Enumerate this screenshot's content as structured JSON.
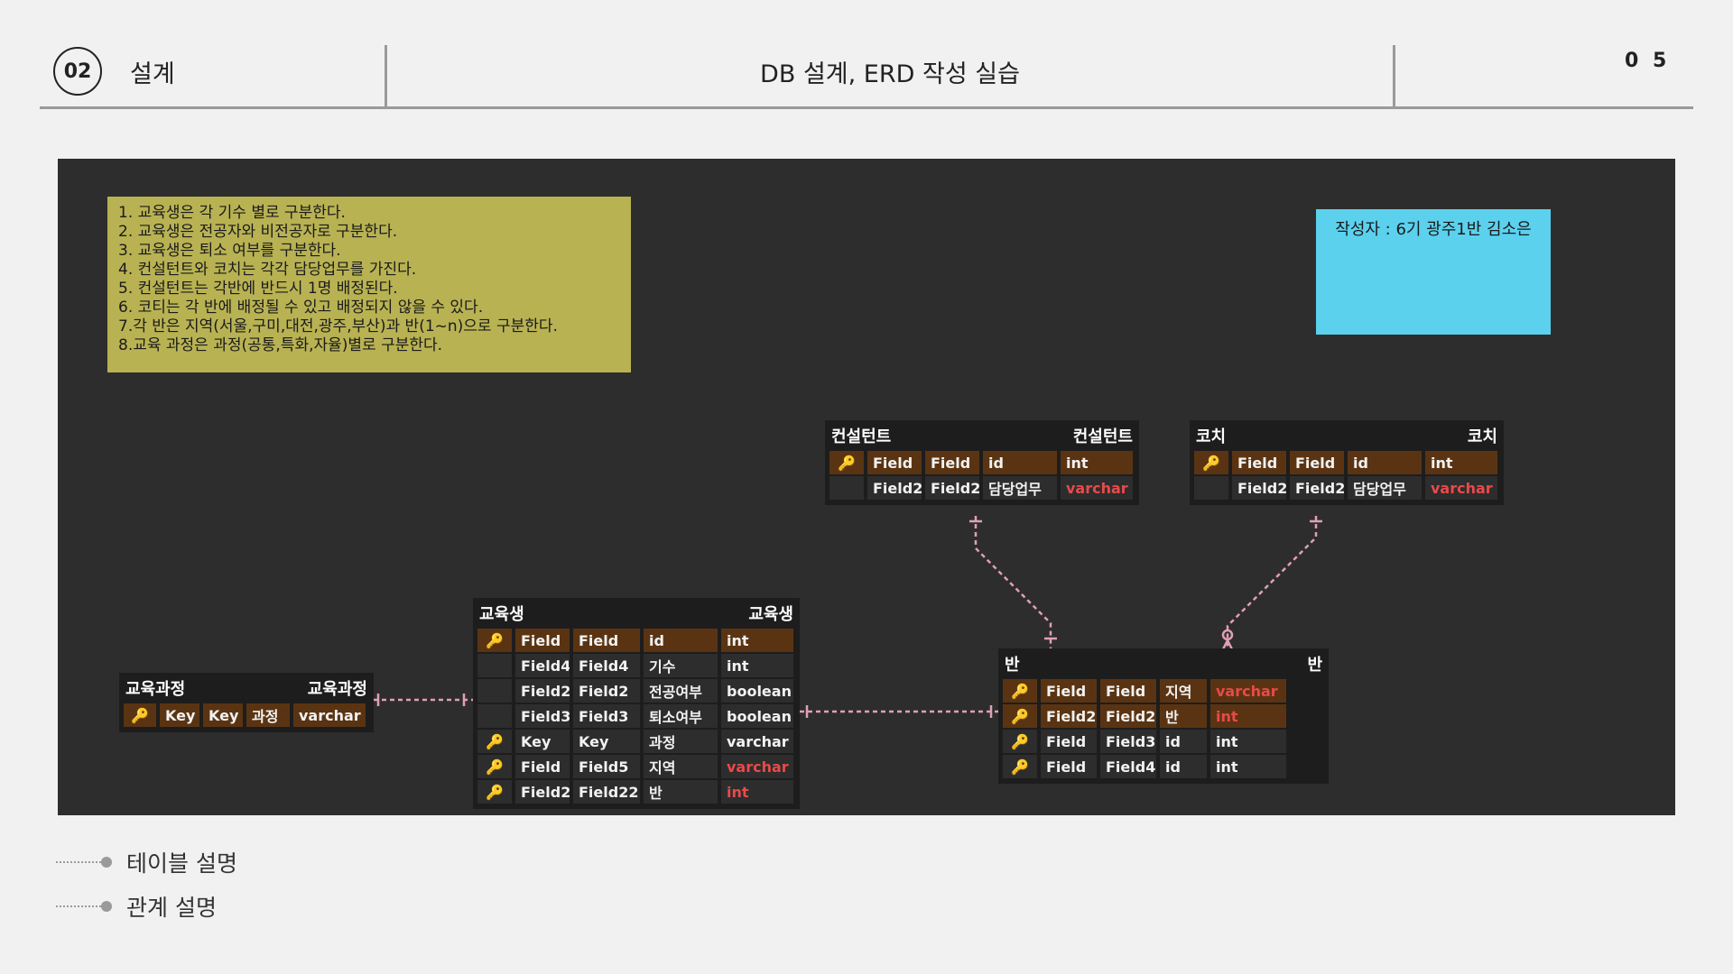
{
  "header": {
    "section_number": "02",
    "section_label": "설계",
    "title": "DB 설계, ERD 작성 실습",
    "page_number": "0 5"
  },
  "notes": {
    "requirements": [
      "1. 교육생은 각 기수 별로 구분한다.",
      "2. 교육생은 전공자와 비전공자로 구분한다.",
      "3. 교육생은 퇴소 여부를 구분한다.",
      "4. 컨설턴트와 코치는 각각 담당업무를 가진다.",
      "5. 컨설턴트는 각반에 반드시 1명 배정된다.",
      "6. 코티는 각 반에 배정될 수 있고 배정되지 않을 수 있다.",
      "7.각 반은 지역(서울,구미,대전,광주,부산)과 반(1~n)으로 구분한다.",
      "8.교육 과정은 과정(공통,특화,자율)별로 구분한다."
    ],
    "author": "작성자 : 6기 광주1반 김소은"
  },
  "colors": {
    "canvas": "#2d2d2d",
    "pk_row": "#5a3412",
    "key_gold": "#f1c40f",
    "key_pink": "#c99aa8",
    "red_type": "#e84a4a",
    "relation_line": "#e0a0b4"
  },
  "tables": {
    "consultant": {
      "name_left": "컨설턴트",
      "name_right": "컨설턴트",
      "rows": [
        {
          "icon": "pk",
          "c1": "Field",
          "c2": "Field",
          "c3": "id",
          "c4": "int"
        },
        {
          "icon": "none",
          "c1": "Field2",
          "c2": "Field2",
          "c3": "담당업무",
          "c4": "varchar"
        }
      ]
    },
    "coach": {
      "name_left": "코치",
      "name_right": "코치",
      "rows": [
        {
          "icon": "pk",
          "c1": "Field",
          "c2": "Field",
          "c3": "id",
          "c4": "int"
        },
        {
          "icon": "none",
          "c1": "Field2",
          "c2": "Field2",
          "c3": "담당업무",
          "c4": "varchar"
        }
      ]
    },
    "trainee": {
      "name_left": "교육생",
      "name_right": "교육생",
      "rows": [
        {
          "icon": "pk",
          "c1": "Field",
          "c2": "Field",
          "c3": "id",
          "c4": "int"
        },
        {
          "icon": "none",
          "c1": "Field4",
          "c2": "Field4",
          "c3": "기수",
          "c4": "int"
        },
        {
          "icon": "none",
          "c1": "Field2",
          "c2": "Field2",
          "c3": "전공여부",
          "c4": "boolean"
        },
        {
          "icon": "none",
          "c1": "Field3",
          "c2": "Field3",
          "c3": "퇴소여부",
          "c4": "boolean"
        },
        {
          "icon": "fk",
          "c1": "Key",
          "c2": "Key",
          "c3": "과정",
          "c4": "varchar"
        },
        {
          "icon": "fk",
          "c1": "Field",
          "c2": "Field5",
          "c3": "지역",
          "c4": "varchar"
        },
        {
          "icon": "fk",
          "c1": "Field2",
          "c2": "Field22",
          "c3": "반",
          "c4": "int"
        }
      ]
    },
    "course": {
      "name_left": "교육과정",
      "name_right": "교육과정",
      "rows": [
        {
          "icon": "pk",
          "c1": "Key",
          "c2": "Key",
          "c3": "과정",
          "c4": "varchar"
        }
      ]
    },
    "class": {
      "name_left": "반",
      "name_right": "반",
      "rows": [
        {
          "icon": "pk",
          "c1": "Field",
          "c2": "Field",
          "c3": "지역",
          "c4": "varchar"
        },
        {
          "icon": "pk",
          "c1": "Field2",
          "c2": "Field2",
          "c3": "반",
          "c4": "int"
        },
        {
          "icon": "fk",
          "c1": "Field",
          "c2": "Field3",
          "c3": "id",
          "c4": "int"
        },
        {
          "icon": "fk",
          "c1": "Field",
          "c2": "Field4",
          "c3": "id",
          "c4": "int"
        }
      ]
    }
  },
  "legend": {
    "table_desc": "테이블 설명",
    "relation_desc": "관계 설명"
  }
}
